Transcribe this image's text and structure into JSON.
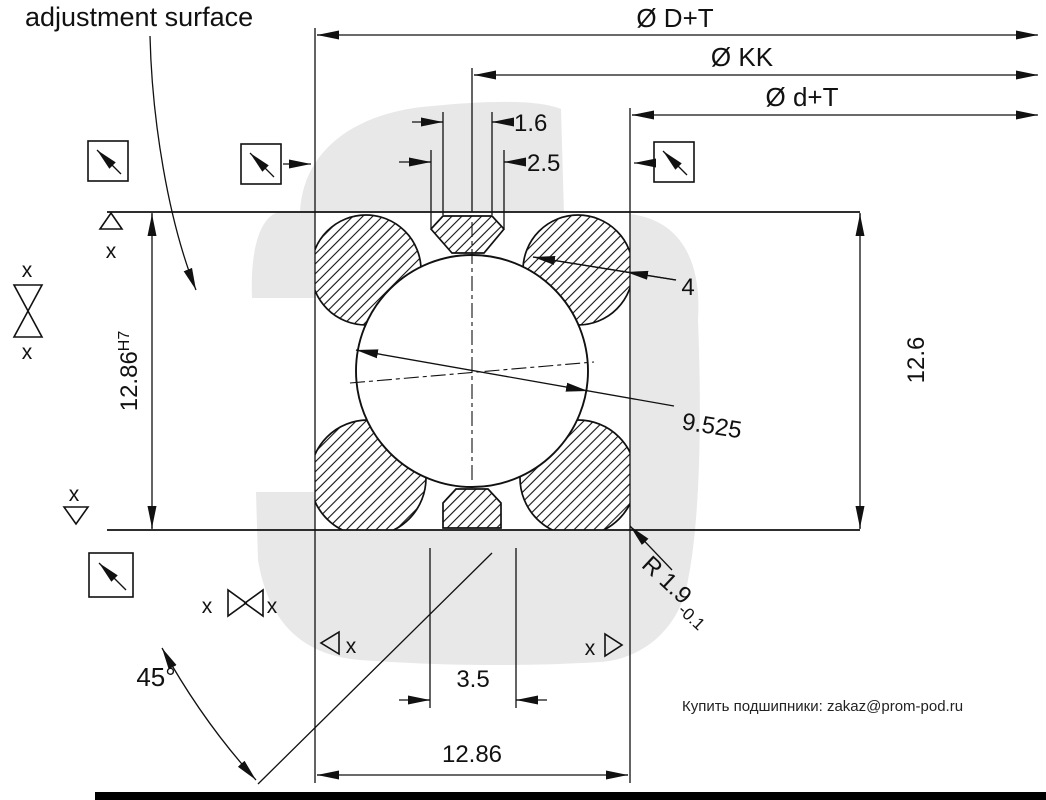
{
  "colors": {
    "watermark": "#e8e8e8",
    "line": "#111111",
    "footer_text": "#222222"
  },
  "annotations": {
    "adjustment_surface": "adjustment surface",
    "dia_outer": "Ø D+T",
    "dia_kk": "Ø KK",
    "dia_inner": "Ø d+T",
    "dim_1_6": "1.6",
    "dim_2_5": "2.5",
    "count_4": "4",
    "dia_bore": "9.525",
    "dim_height_left": "12.86",
    "dim_height_left_tol": "H7",
    "dim_height_right": "12.6",
    "dim_bottom_small": "3.5",
    "dim_bottom_width": "12.86",
    "angle": "45°",
    "radius": "R 1.9",
    "radius_tol": "-0.1",
    "mark_x": "x"
  },
  "footer": {
    "contact": "Купить подшипники: zakaz@prom-pod.ru"
  }
}
